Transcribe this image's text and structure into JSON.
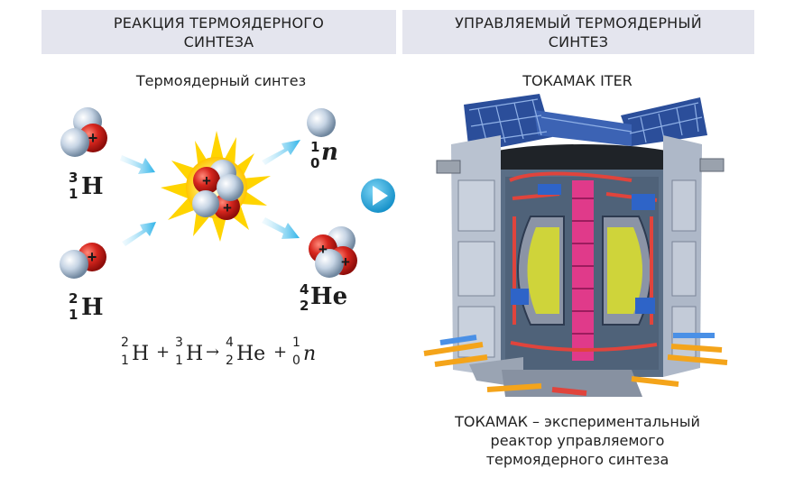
{
  "headers": {
    "left": [
      "РЕАКЦИЯ ТЕРМОЯДЕРНОГО",
      "СИНТЕЗА"
    ],
    "right": [
      "УПРАВЛЯЕМЫЙ ТЕРМОЯДЕРНЫЙ",
      "СИНТЕЗ"
    ]
  },
  "left_caption": "Термоядерный синтез",
  "right_caption": "ТОКАМАК ITER",
  "bottom_caption": [
    "ТОКАМАК – экспериментальный",
    "реактор управляемого",
    "термоядерного синтеза"
  ],
  "isotopes": {
    "tritium": {
      "mass": "3",
      "number": "1",
      "symbol": "H"
    },
    "deuterium": {
      "mass": "2",
      "number": "1",
      "symbol": "H"
    },
    "neutron": {
      "mass": "1",
      "number": "0",
      "symbol": "n"
    },
    "helium": {
      "mass": "4",
      "number": "2",
      "symbol": "He"
    }
  },
  "equation": {
    "t1": {
      "sup": "2",
      "sub": "1",
      "sym": "H"
    },
    "op1": "+",
    "t2": {
      "sup": "3",
      "sub": "1",
      "sym": "H"
    },
    "arrow": "→",
    "t3": {
      "sup": "4",
      "sub": "2",
      "sym": "He"
    },
    "op2": "+",
    "t4": {
      "sup": "1",
      "sub": "0",
      "sym": "n"
    }
  },
  "colors": {
    "header_bg": "#e4e5ee",
    "proton": "#d7261e",
    "neutron": "#b9cde0",
    "arrow": "#3bb7e8",
    "play_button": "#2eb3e8",
    "flash": "#ffd400"
  },
  "icons": {
    "play": "play-icon",
    "plus": "plus-sign"
  }
}
